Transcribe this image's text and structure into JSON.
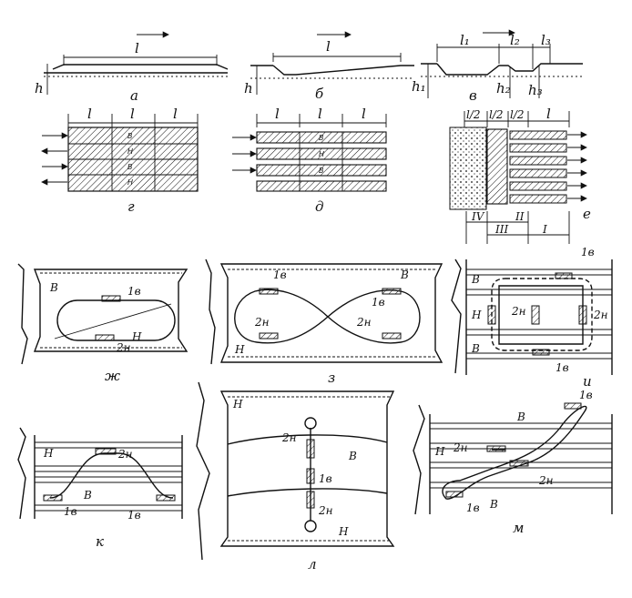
{
  "panels": {
    "a": "а",
    "b": "б",
    "v": "в",
    "g": "г",
    "d": "д",
    "e": "е",
    "zh": "ж",
    "z": "з",
    "i": "и",
    "k": "к",
    "l": "л",
    "m": "м"
  },
  "dims": {
    "l": "l",
    "l1": "l₁",
    "l2": "l₂",
    "l3": "l₃",
    "h": "h",
    "h1": "h₁",
    "h2": "h₂",
    "h3": "h₃",
    "half": "l/2"
  },
  "zones": {
    "upper": "В",
    "lower": "Н"
  },
  "vehicles": {
    "up": "1в",
    "down": "2н"
  },
  "strip_labels": [
    "I",
    "II",
    "III",
    "IV"
  ],
  "row_marks_g": [
    "В",
    "Н",
    "В",
    "Н"
  ],
  "row_marks_d": [
    "В",
    "Н",
    "В"
  ]
}
